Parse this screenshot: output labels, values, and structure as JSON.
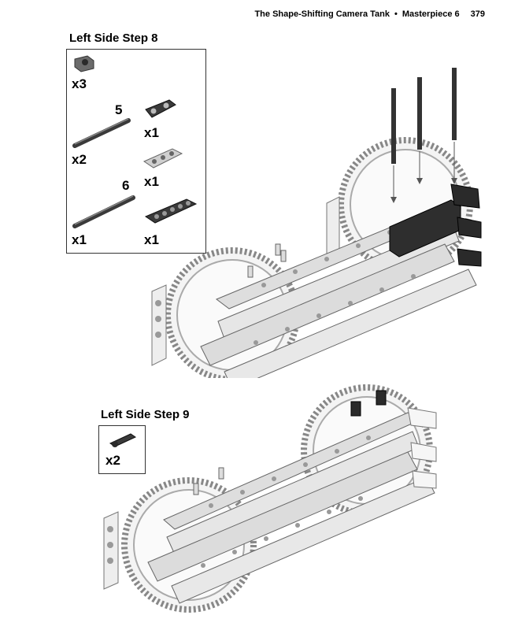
{
  "header": {
    "title": "The Shape-Shifting Camera Tank",
    "separator": "•",
    "section": "Masterpiece 6",
    "page_number": "379"
  },
  "step8": {
    "title": "Left Side Step 8",
    "parts": [
      {
        "icon": "pin-connector-icon",
        "qty": "x3"
      },
      {
        "icon": "axle-5-icon",
        "length": "5",
        "qty": "x2"
      },
      {
        "icon": "black-connector-beam-icon",
        "qty": "x1"
      },
      {
        "icon": "beam-3-icon",
        "qty": "x1"
      },
      {
        "icon": "axle-6-icon",
        "length": "6",
        "qty": "x1"
      },
      {
        "icon": "black-beam-5-icon",
        "qty": "x1"
      }
    ]
  },
  "step9": {
    "title": "Left Side Step 9",
    "parts": [
      {
        "icon": "black-pin-icon",
        "qty": "x2"
      }
    ]
  }
}
